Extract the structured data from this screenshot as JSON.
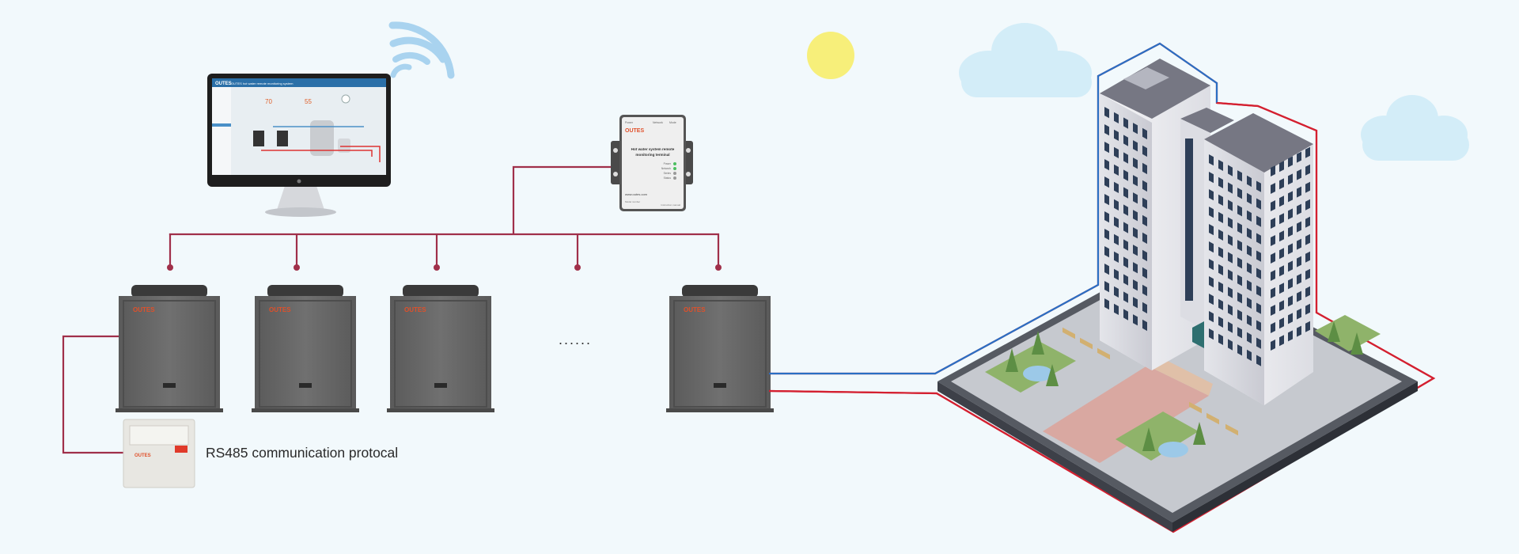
{
  "diagram": {
    "protocol_label": "RS485 communication protocal",
    "ellipsis": "......",
    "unit_brand": "OUTES",
    "monitor": {
      "brand": "OUTES",
      "screen_title": "OUTES hot water remote monitoring system",
      "temp_left": "70",
      "temp_right": "55"
    },
    "terminal": {
      "brand": "OUTES",
      "top_labels": [
        "Power",
        "Network",
        "Mode"
      ],
      "title_line1": "Hot water system remote",
      "title_line2": "monitoring terminal",
      "indicators": [
        "Power",
        "Network",
        "Series",
        "Status"
      ],
      "website": "www.outes.com",
      "bottom_left": "Model number",
      "bottom_right": "Instruction manual"
    },
    "controller": {
      "brand": "OUTES"
    }
  },
  "colors": {
    "background": "#f2f9fc",
    "bus_line": "#a0304a",
    "supply_line": "#2a6fc4",
    "return_line": "#d42030",
    "unit_body": "#6a6a6a",
    "unit_brand": "#e0502a",
    "sun": "#f7ef7a",
    "cloud": "#d3edf8"
  },
  "icons": [
    "wifi-icon",
    "sun-icon",
    "cloud-icon",
    "apple-logo-icon"
  ]
}
